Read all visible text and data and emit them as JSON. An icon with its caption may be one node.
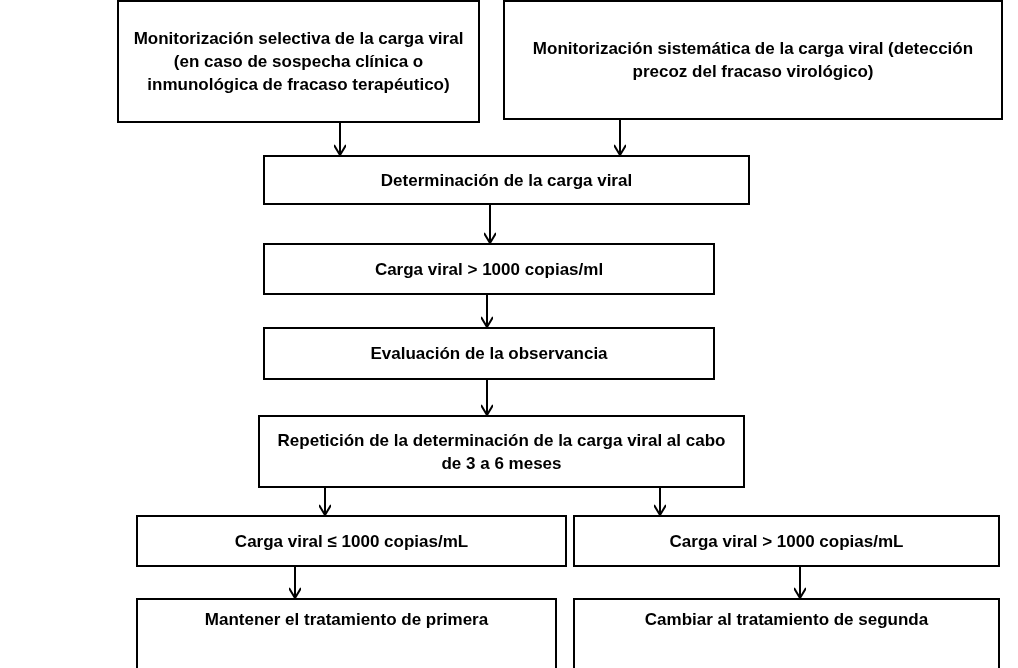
{
  "diagram": {
    "nodes": [
      {
        "text": [
          "Monitorización selectiva de la carga viral (en caso de sospecha clínica o inmunológica de fracaso terapéutico)"
        ]
      },
      {
        "text": [
          "Monitorización sistemática de la carga viral (detección precoz del fracaso virológico)"
        ]
      },
      {
        "text": [
          "Determinación de la carga viral"
        ]
      },
      {
        "text": [
          "Carga viral > 1000 copias/ml"
        ]
      },
      {
        "text": [
          "Evaluación de la observancia"
        ]
      },
      {
        "text": [
          "Repetición de la determinación de la carga viral al cabo de 3 a 6 meses"
        ]
      },
      {
        "text": [
          "Carga viral ≤ 1000 copias/mL"
        ]
      },
      {
        "text": [
          "Carga viral > 1000 copias/mL"
        ]
      },
      {
        "text": [
          "Mantener el tratamiento de primera"
        ]
      },
      {
        "text": [
          "Cambiar al tratamiento de segunda"
        ]
      }
    ],
    "edges": [
      {
        "from": 0,
        "to": 2,
        "arrow": "to"
      },
      {
        "from": 1,
        "to": 2,
        "arrow": "to"
      },
      {
        "from": 2,
        "to": 3,
        "arrow": "to"
      },
      {
        "from": 3,
        "to": 4,
        "arrow": "to"
      },
      {
        "from": 4,
        "to": 5,
        "arrow": "to"
      },
      {
        "from": 5,
        "to": 6,
        "arrow": "to"
      },
      {
        "from": 5,
        "to": 7,
        "arrow": "to"
      },
      {
        "from": 6,
        "to": 8,
        "arrow": "to"
      },
      {
        "from": 7,
        "to": 9,
        "arrow": "to"
      }
    ]
  }
}
